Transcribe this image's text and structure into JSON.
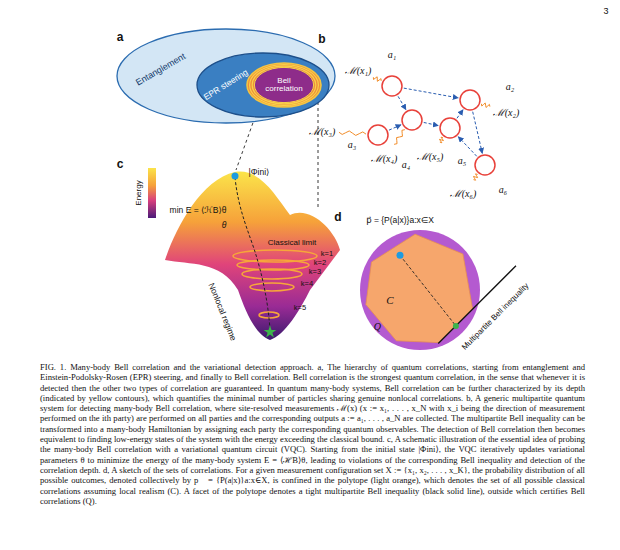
{
  "diagram": {
    "caption": "FIG. 1. Many-body Bell correlation and the variational detection approach. a, The hierarchy of quantum correlations, starting from entanglement and Einstein-Podolsky-Rosen (EPR) steering, and finally to Bell correlation. Bell correlation is the strongest quantum correlation, in the sense that whenever it is detected then the other two types of correlation are guaranteed. In quantum many-body systems, Bell correlation can be further characterized by its depth (indicated by yellow contours), which quantifies the minimal number of particles sharing genuine nonlocal correlations. b, A generic multipartite quantum system for detecting many-body Bell correlation, where site-resolved measurements ℳ(x) (x := x₁, . . . , x_N with x_i being the direction of measurement performed on the ith party) are performed on all parties and the corresponding outputs a := a₁, . . . , a_N are collected. The multipartite Bell inequality can be transformed into a many-body Hamiltonian by assigning each party the corresponding quantum observables. The detection of Bell correlation then becomes equivalent to finding low-energy states of the system with the energy exceeding the classical bound. c, A schematic illustration of the essential idea of probing the many-body Bell correlation with a variational quantum circuit (VQC). Starting from the initial state |Φini⟩, the VQC iteratively updates variational parameters θ to minimize the energy of the many-body system E = ⟨ℋB⟩θ, leading to violations of the corresponding Bell inequality and detection of the correlation depth. d, A sketch of the sets of correlations. For a given measurement configuration set X := {x₁, x₂, . . . , x_K}, the probability distribution of all possible outcomes, denoted collectively by p⃗ = {P(a|x)}a:x∈X, is confined in the polytope (light orange), which denotes the set of all possible classical correlations assuming local realism (C). A facet of the polytope denotes a tight multipartite Bell inequality (black solid line), outside which certifies Bell correlations (Q).",
    "nodes": [
      {
        "text": [
          "Entanglement"
        ]
      },
      {
        "text": [
          "EPR steering"
        ],
        "in": 0
      },
      {
        "text": [
          "Bell correlation"
        ],
        "in": 1
      },
      {
        "text": [
          "ℳ(x₁)",
          "a₁"
        ]
      },
      {
        "text": [
          "ℳ(x₂)",
          "a₂"
        ]
      },
      {
        "text": [
          "ℳ(x₃)",
          "a₃"
        ]
      },
      {
        "text": [
          "ℳ(x₄)",
          "a₄"
        ]
      },
      {
        "text": [
          "ℳ(x₅)",
          "a₅"
        ]
      },
      {
        "text": [
          "ℳ(x₆)",
          "a₆"
        ]
      }
    ],
    "edges": [
      {
        "from": 3,
        "to": 4,
        "arrow": "to"
      },
      {
        "from": 3,
        "to": 6,
        "arrow": "to"
      },
      {
        "from": 5,
        "to": 6,
        "arrow": "to"
      },
      {
        "from": 6,
        "to": 7,
        "arrow": "to"
      },
      {
        "from": 7,
        "to": 4,
        "arrow": "to"
      },
      {
        "from": 8,
        "to": 7,
        "arrow": "to"
      },
      {
        "from": 4,
        "to": 8,
        "arrow": "to"
      }
    ],
    "labels": [
      "3",
      "a",
      "b",
      "c",
      "d",
      "Energy",
      "|Φini⟩",
      "min E = ⟨ℋB⟩θ",
      "θ",
      "Classical limit",
      "k=1",
      "k=2",
      "k=3",
      "k=4",
      "k=5",
      "Nonlocal regime",
      "p⃗ = {P(a|x)}a:x∈X",
      "C",
      "Q",
      "Multipartite Bell inequality"
    ]
  }
}
